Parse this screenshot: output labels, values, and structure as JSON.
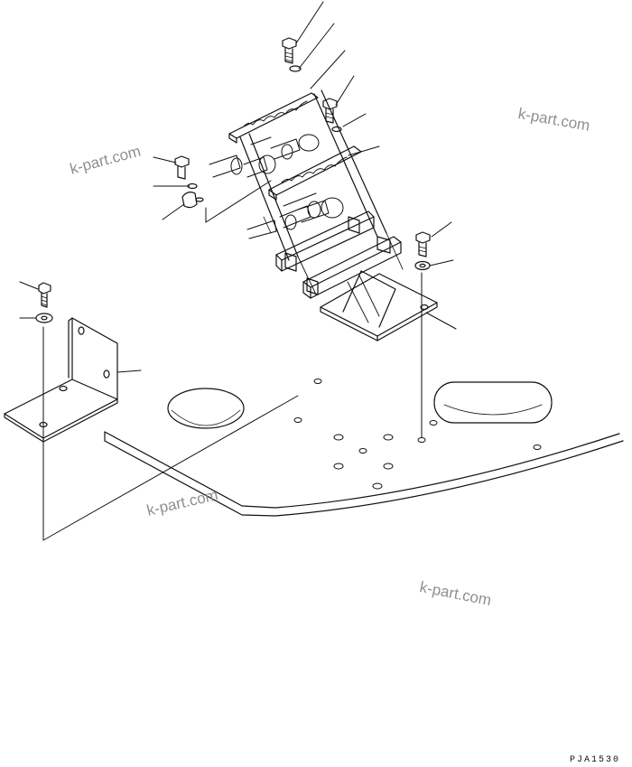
{
  "watermarks": [
    "k-part.com",
    "k-part.com",
    "k-part.com",
    "k-part.com"
  ],
  "drawing_code": "PJA1530",
  "line_color": "#111111",
  "watermark_color": "#8f8f8f"
}
